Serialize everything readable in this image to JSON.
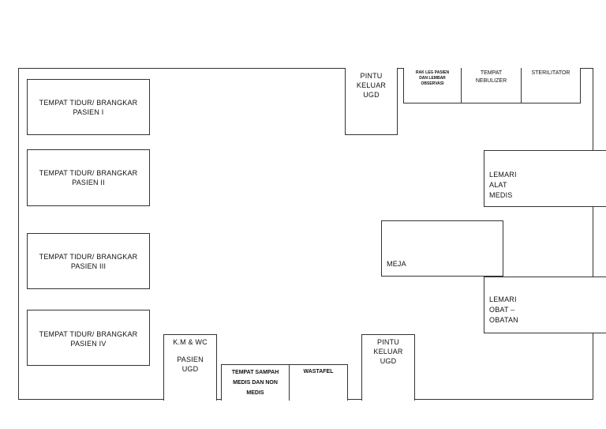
{
  "beds": [
    {
      "line1": "TEMPAT TIDUR/ BRANGKAR",
      "line2": "PASIEN I"
    },
    {
      "line1": "TEMPAT TIDUR/ BRANGKAR",
      "line2": "PASIEN II"
    },
    {
      "line1": "TEMPAT TIDUR/ BRANGKAR",
      "line2": "PASIEN III"
    },
    {
      "line1": "TEMPAT TIDUR/ BRANGKAR",
      "line2": "PASIEN IV"
    }
  ],
  "exit_top": {
    "line1": "PINTU",
    "line2": "KELUAR",
    "line3": "UGD"
  },
  "exit_bottom": {
    "line1": "PINTU",
    "line2": "KELUAR",
    "line3": "UGD"
  },
  "rack": {
    "line1": "RAK LEG PASIEN",
    "line2": "DAN LEMBAR",
    "line3": "OBSERVASI"
  },
  "nebulizer": {
    "line1": "TEMPAT",
    "line2": "NEBULIZER"
  },
  "sterilizer": {
    "label": "STERILITATOR"
  },
  "cabinet_tools": {
    "line1": "LEMARI",
    "line2": "ALAT",
    "line3": "MEDIS"
  },
  "cabinet_meds": {
    "line1": "LEMARI",
    "line2": "OBAT –",
    "line3": "OBATAN"
  },
  "table": {
    "label": "MEJA"
  },
  "toilet": {
    "line1": "K.M & WC",
    "line2": "PASIEN",
    "line3": "UGD"
  },
  "trash": {
    "line1": "TEMPAT SAMPAH",
    "line2": "MEDIS DAN NON",
    "line3": "MEDIS"
  },
  "sink": {
    "label": "WASTAFEL"
  }
}
